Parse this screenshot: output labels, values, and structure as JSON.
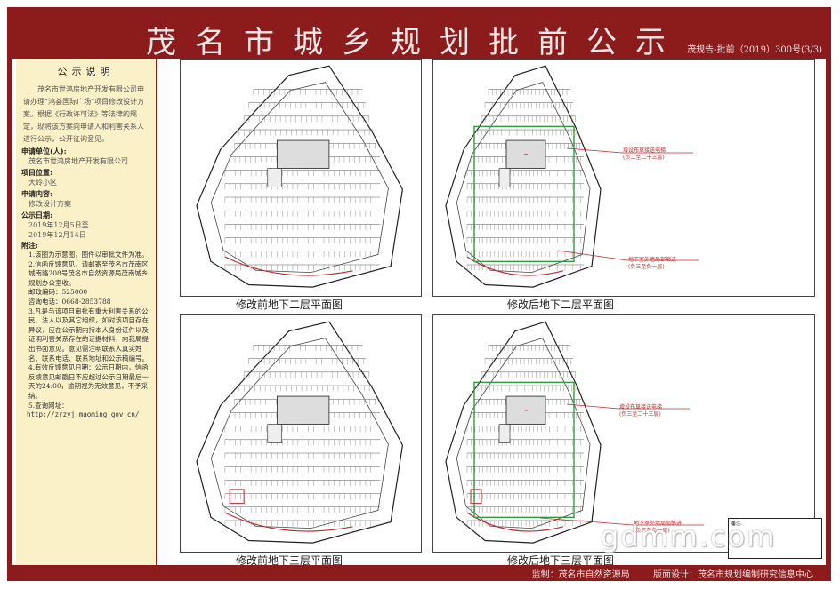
{
  "header": {
    "title": "茂名市城乡规划批前公示",
    "doc_number": "茂规告-批前（2019）300号(3/3)"
  },
  "sidebar": {
    "heading": "公示说明",
    "intro": "茂名市世鸿房地产开发有限公司申请办理“鸿荟国际广场”项目修改设计方案。根据《行政许可法》等法律的规定，现将该方案向申请人和利害关系人进行公示，公开征询意见。",
    "applicant_label": "申请单位(人):",
    "applicant_value": "茂名市世鸿房地产开发有限公司",
    "location_label": "项目位置:",
    "location_value": "大岭小区",
    "content_label": "申请内容:",
    "content_value": "修改设计方案",
    "period_label": "公示日期:",
    "period_from": "2019年12月5日至",
    "period_to": "2019年12月14日",
    "notes_label": "附注:",
    "notes": [
      "1.该图为示意图，图件以审批文件为准。",
      "2.信函反馈意见，请邮寄至茂名市茂南区城南路208号茂名市自然资源局茂南城乡规划办公室收。",
      "邮政编码：525000",
      "咨询电话：0668-2853788",
      "3.凡是与该项目审批有重大利害关系的公民、法人以及其它组织，如对该项目存在异议，应在公示期内持本人身份证件以及证明利害关系存在的证据材料，向我局提出书面意见。意见需注明联系人真实姓名、联系电话、联系地址和公示稿编号。",
      "4.有效反馈意见日期：公示日期内，信函反馈意见邮戳日不应超过公示日期最后一天的24:00，逾期视为无效意见，不予采纳。",
      "5.查询网址："
    ],
    "url": "http://zrzyj.maoming.gov.cn/"
  },
  "panels": [
    {
      "caption": "修改前地下二层平面图"
    },
    {
      "caption": "修改后地下二层平面图"
    },
    {
      "caption": "修改前地下三层平面图"
    },
    {
      "caption": "修改后地下三层平面图"
    }
  ],
  "annotations": {
    "tr_elevator": "增设布草接送电梯",
    "tr_elevator_sub": "(负二至二十三层)",
    "tr_wall": "地下室外墙局部缩进",
    "tr_wall_sub": "(负三至负一层)",
    "br_elevator": "增设布草接送电梯",
    "br_elevator_sub": "(负三至二十三层)",
    "br_wall": "地下室外墙局部缩进",
    "br_wall_sub": "(负三至负一层)"
  },
  "memo": {
    "label": "备注:"
  },
  "watermark": "gdmm.com",
  "footer": {
    "supervisor": "监制：茂名市自然资源局",
    "designer": "版面设计：茂名市规划编制研究信息中心"
  },
  "colors": {
    "frame": "#8c1b1b",
    "sidebar_bg": "#fbf1c8",
    "annotation": "#c62828",
    "green_line": "#2e9e3e"
  }
}
